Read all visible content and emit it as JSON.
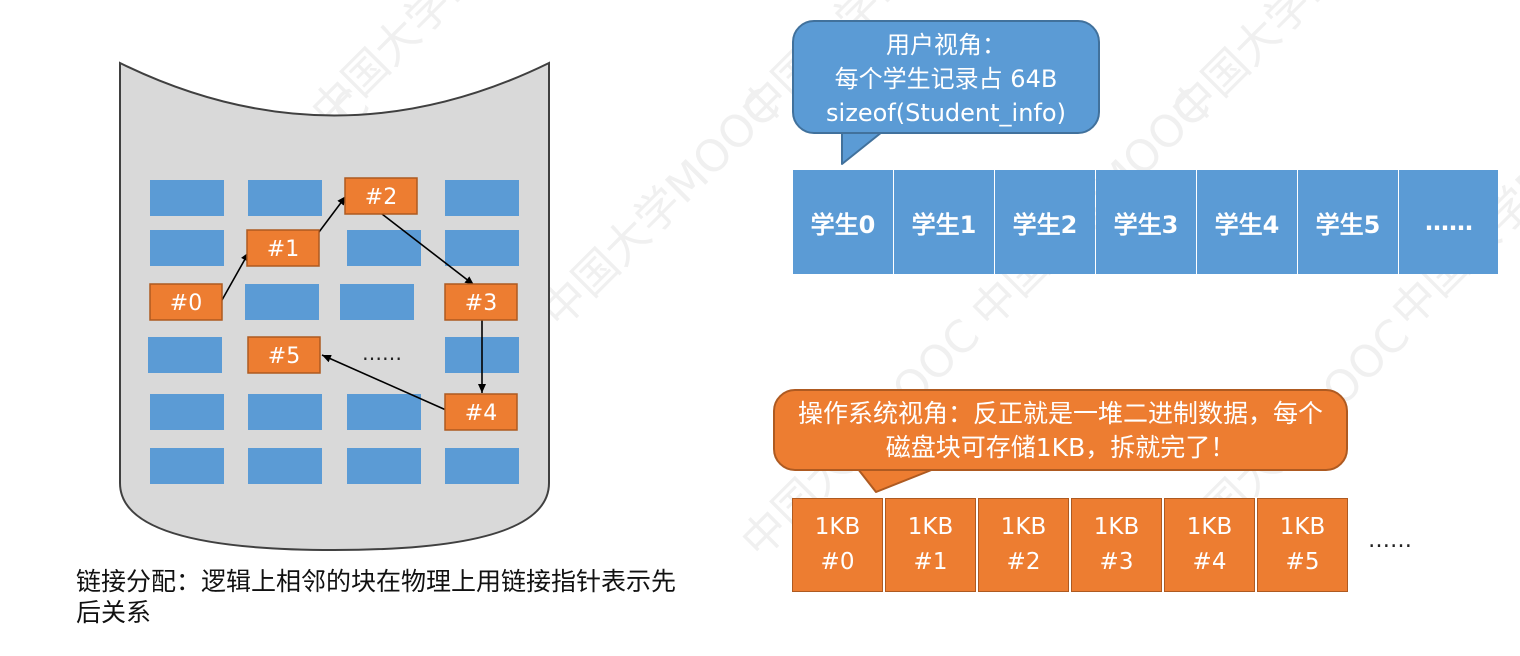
{
  "watermark": "中国大学MOOC",
  "disk": {
    "blocks": [
      "#0",
      "#1",
      "#2",
      "#3",
      "#4",
      "#5"
    ],
    "ellipsis": "……"
  },
  "caption": "链接分配：逻辑上相邻的块在物理上用链接指针表示先后关系",
  "user_view": {
    "bubble_lines": [
      "用户视角：",
      "每个学生记录占 64B",
      "sizeof(Student_info)"
    ],
    "records": [
      "学生0",
      "学生1",
      "学生2",
      "学生3",
      "学生4",
      "学生5",
      "……"
    ]
  },
  "os_view": {
    "bubble_text": "操作系统视角：反正就是一堆二进制数据，每个磁盘块可存储1KB，拆就完了！",
    "blocks": [
      {
        "size": "1KB",
        "id": "#0"
      },
      {
        "size": "1KB",
        "id": "#1"
      },
      {
        "size": "1KB",
        "id": "#2"
      },
      {
        "size": "1KB",
        "id": "#3"
      },
      {
        "size": "1KB",
        "id": "#4"
      },
      {
        "size": "1KB",
        "id": "#5"
      }
    ],
    "ellipsis": "……"
  },
  "colors": {
    "blue": "#5b9bd5",
    "orange": "#ed7d31",
    "cylinder": "#d9d9d9"
  }
}
